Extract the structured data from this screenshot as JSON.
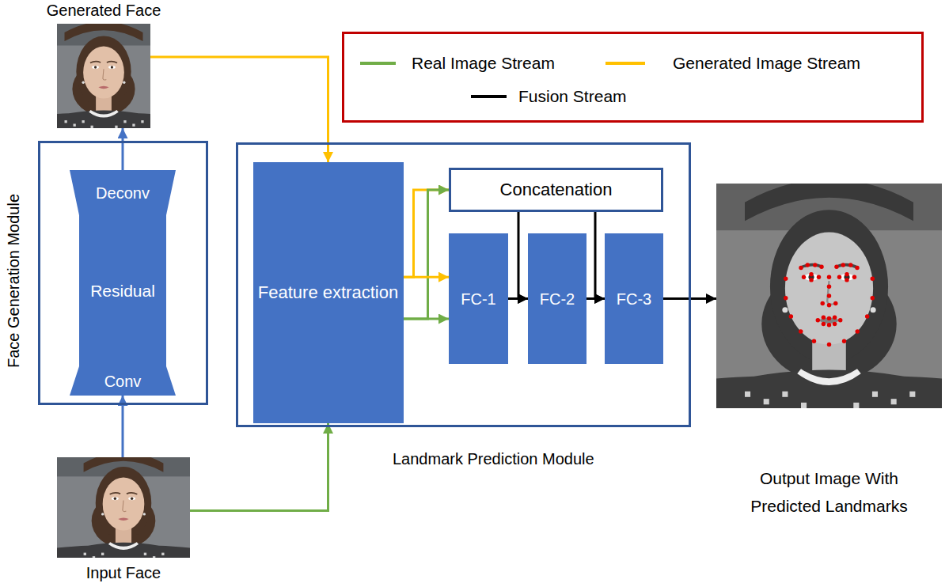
{
  "diagram": {
    "nodes": [
      {
        "text": [
          "Generated Face"
        ]
      },
      {
        "text": [
          "Face Generation Module"
        ]
      },
      {
        "text": [
          "Deconv"
        ],
        "in": 1
      },
      {
        "text": [
          "Residual"
        ],
        "in": 1
      },
      {
        "text": [
          "Conv"
        ],
        "in": 1
      },
      {
        "text": [
          "Landmark Prediction Module"
        ]
      },
      {
        "text": [
          "Feature extraction"
        ],
        "in": 5
      },
      {
        "text": [
          "Concatenation"
        ],
        "in": 5
      },
      {
        "text": [
          "FC-1"
        ],
        "in": 5
      },
      {
        "text": [
          "FC-2"
        ],
        "in": 5
      },
      {
        "text": [
          "FC-3"
        ],
        "in": 5
      },
      {
        "text": [
          "Output Image With Predicted Landmarks"
        ]
      },
      {
        "text": [
          "Input Face"
        ]
      }
    ],
    "edges": [
      {
        "from": 2,
        "to": 0,
        "arrow": "to"
      },
      {
        "from": 0,
        "to": 6,
        "arrow": "to"
      },
      {
        "from": 12,
        "to": 4,
        "arrow": "to"
      },
      {
        "from": 12,
        "to": 6,
        "arrow": "to"
      },
      {
        "from": 6,
        "to": 7,
        "arrow": "to"
      },
      {
        "from": 6,
        "to": 7,
        "arrow": "to"
      },
      {
        "from": 6,
        "to": 8,
        "arrow": "to"
      },
      {
        "from": 6,
        "to": 8,
        "arrow": "to"
      },
      {
        "from": 7,
        "to": 9,
        "arrow": "to"
      },
      {
        "from": 8,
        "to": 9,
        "arrow": "to"
      },
      {
        "from": 7,
        "to": 10,
        "arrow": "to"
      },
      {
        "from": 9,
        "to": 10,
        "arrow": "to"
      },
      {
        "from": 10,
        "to": 11,
        "arrow": "to"
      }
    ],
    "legend": [
      {
        "text": "Real Image Stream"
      },
      {
        "text": "Generated Image Stream"
      },
      {
        "text": "Fusion Stream"
      }
    ]
  }
}
